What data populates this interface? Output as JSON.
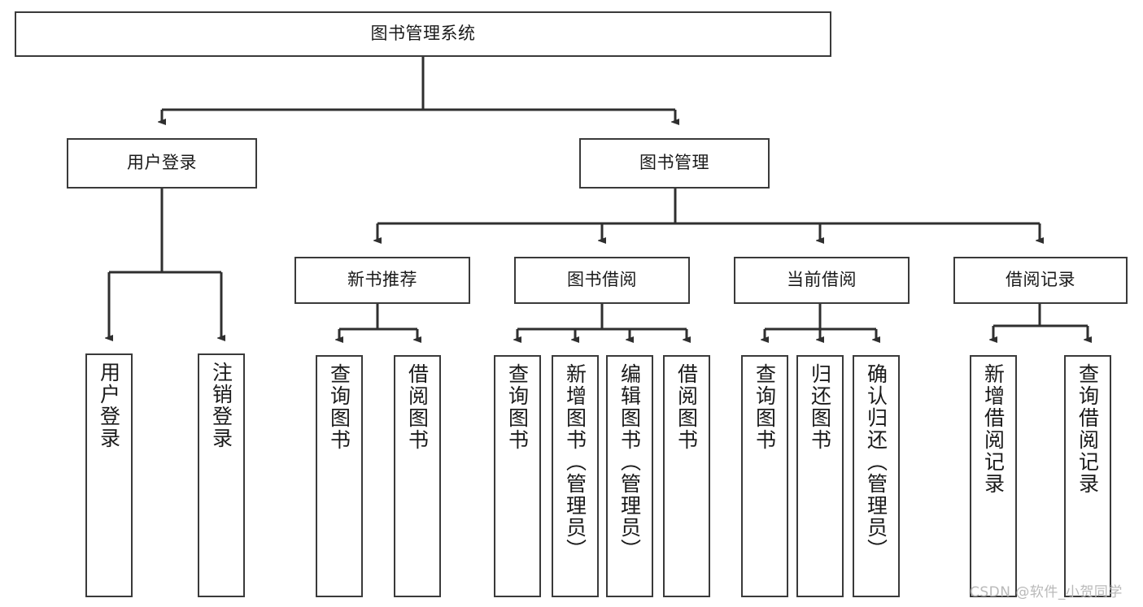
{
  "diagram": {
    "type": "tree-hierarchy",
    "title": "图书管理系统",
    "watermark": "CSDN @软件_小贺同学",
    "colors": {
      "box_border": "#3a3a3a",
      "box_fill": "#ffffff",
      "connector": "#2f2f2f",
      "text": "#1a1a1a",
      "watermark": "#b9b9b9",
      "background": "#ffffff"
    },
    "levels": {
      "root": {
        "label": "图书管理系统",
        "orientation": "horizontal"
      },
      "level2": [
        {
          "label": "用户登录",
          "orientation": "horizontal"
        },
        {
          "label": "图书管理",
          "orientation": "horizontal"
        }
      ],
      "level3": [
        {
          "label": "新书推荐",
          "orientation": "horizontal",
          "parent": "图书管理"
        },
        {
          "label": "图书借阅",
          "orientation": "horizontal",
          "parent": "图书管理"
        },
        {
          "label": "当前借阅",
          "orientation": "horizontal",
          "parent": "图书管理"
        },
        {
          "label": "借阅记录",
          "orientation": "horizontal",
          "parent": "图书管理"
        }
      ],
      "leaves": [
        {
          "label": "用户登录",
          "orientation": "vertical",
          "parent": "用户登录"
        },
        {
          "label": "注销登录",
          "orientation": "vertical",
          "parent": "用户登录"
        },
        {
          "label": "查询图书",
          "orientation": "vertical",
          "parent": "新书推荐"
        },
        {
          "label": "借阅图书",
          "orientation": "vertical",
          "parent": "新书推荐"
        },
        {
          "label": "查询图书",
          "orientation": "vertical",
          "parent": "图书借阅"
        },
        {
          "label": "新增图书（管理员）",
          "orientation": "vertical",
          "parent": "图书借阅"
        },
        {
          "label": "编辑图书（管理员）",
          "orientation": "vertical",
          "parent": "图书借阅"
        },
        {
          "label": "借阅图书",
          "orientation": "vertical",
          "parent": "图书借阅"
        },
        {
          "label": "查询图书",
          "orientation": "vertical",
          "parent": "当前借阅"
        },
        {
          "label": "归还图书",
          "orientation": "vertical",
          "parent": "当前借阅"
        },
        {
          "label": "确认归还（管理员）",
          "orientation": "vertical",
          "parent": "当前借阅"
        },
        {
          "label": "新增借阅记录",
          "orientation": "vertical",
          "parent": "借阅记录"
        },
        {
          "label": "查询借阅记录",
          "orientation": "vertical",
          "parent": "借阅记录"
        }
      ]
    }
  }
}
